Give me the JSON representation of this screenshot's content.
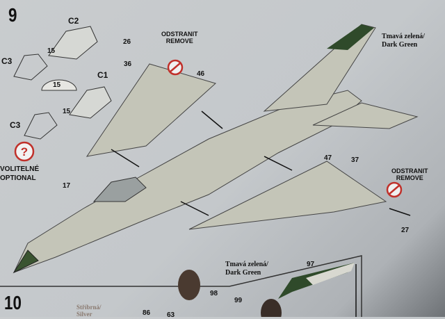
{
  "steps": {
    "step9": "9",
    "step10": "10"
  },
  "parts": {
    "c2": "C2",
    "c3_top": "C3",
    "p15_a": "15",
    "p15_b": "15",
    "c1": "C1",
    "p15_c": "15",
    "c3_bottom": "C3",
    "p26": "26",
    "p36": "36",
    "p46": "46",
    "p47": "47",
    "p37": "37",
    "p27": "27",
    "p17": "17",
    "p97": "97",
    "p98": "98",
    "p99": "99",
    "p86": "86",
    "p63": "63"
  },
  "remove_left": {
    "line1": "ODSTRANIT",
    "line2": "REMOVE"
  },
  "remove_right": {
    "line1": "ODSTRANIT",
    "line2": "REMOVE"
  },
  "optional": {
    "line1": "VOLITELNÉ",
    "line2": "OPTIONAL",
    "icon": "question-circle-icon"
  },
  "paint_top": {
    "line1": "Tmavá zelená/",
    "line2": "Dark Green"
  },
  "paint_bottom": {
    "line1": "Tmavá zelená/",
    "line2": "Dark Green"
  },
  "paint_silver": {
    "line1": "Stříbrná/",
    "line2": "Silver"
  },
  "colors": {
    "dark_green": "#2f4a2a",
    "aircraft_grey": "#c2c4b8",
    "remove_red": "#c0302a",
    "background": "#c8cbce"
  }
}
